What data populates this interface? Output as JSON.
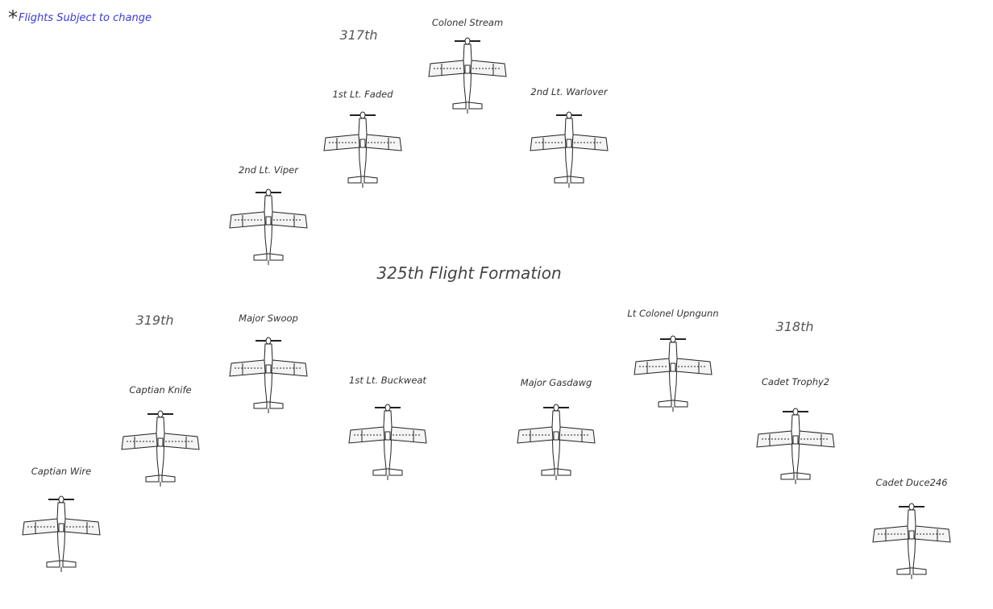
{
  "note": {
    "star": "*",
    "text": "Flights Subject to change"
  },
  "title": "325th Flight Formation",
  "groups": [
    {
      "id": "g317",
      "label": "317th"
    },
    {
      "id": "g319",
      "label": "319th"
    },
    {
      "id": "g318",
      "label": "318th"
    }
  ],
  "pilots": [
    {
      "name": "Colonel Stream"
    },
    {
      "name": "1st Lt. Faded"
    },
    {
      "name": "2nd Lt. Warlover"
    },
    {
      "name": "2nd Lt. Viper"
    },
    {
      "name": "Major Swoop"
    },
    {
      "name": "Captian Knife"
    },
    {
      "name": "Captian Wire"
    },
    {
      "name": "1st Lt. Buckweat"
    },
    {
      "name": "Major Gasdawg"
    },
    {
      "name": "Lt Colonel Upngunn"
    },
    {
      "name": "Cadet Trophy2"
    },
    {
      "name": "Cadet Duce246"
    }
  ]
}
